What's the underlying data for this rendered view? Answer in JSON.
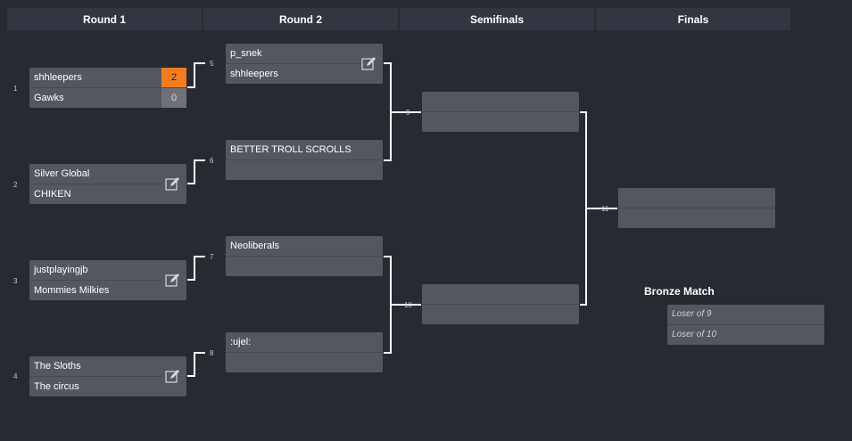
{
  "rounds": [
    {
      "label": "Round 1"
    },
    {
      "label": "Round 2"
    },
    {
      "label": "Semifinals"
    },
    {
      "label": "Finals"
    }
  ],
  "seeds": [
    "1",
    "2",
    "3",
    "4"
  ],
  "matches": {
    "m1": {
      "number": "",
      "top": "shhleepers",
      "bottom": "Gawks",
      "top_score": "2",
      "bottom_score": "0"
    },
    "m2": {
      "number": "",
      "top": "Silver Global",
      "bottom": "CHIKEN"
    },
    "m3": {
      "number": "",
      "top": "justplayingjb",
      "bottom": "Mommies Milkies"
    },
    "m4": {
      "number": "",
      "top": "The Sloths",
      "bottom": "The circus"
    },
    "m5": {
      "number": "5",
      "top": "p_snek",
      "bottom": "shhleepers"
    },
    "m6": {
      "number": "6",
      "top": "BETTER TROLL SCROLLS",
      "bottom": ""
    },
    "m7": {
      "number": "7",
      "top": "Neoliberals",
      "bottom": ""
    },
    "m8": {
      "number": "8",
      "top": ":ujel:",
      "bottom": ""
    },
    "m9": {
      "number": "9",
      "top": "",
      "bottom": ""
    },
    "m10": {
      "number": "10",
      "top": "",
      "bottom": ""
    },
    "m11": {
      "number": "11",
      "top": "",
      "bottom": ""
    }
  },
  "bronze": {
    "title": "Bronze Match",
    "top": "Loser of 9",
    "bottom": "Loser of 10"
  },
  "colors": {
    "background": "#272a31",
    "header": "#323640",
    "match": "#54575f",
    "winner_score": "#f47c20",
    "loser_score": "#6e7178"
  },
  "icons": [
    "edit-icon"
  ]
}
